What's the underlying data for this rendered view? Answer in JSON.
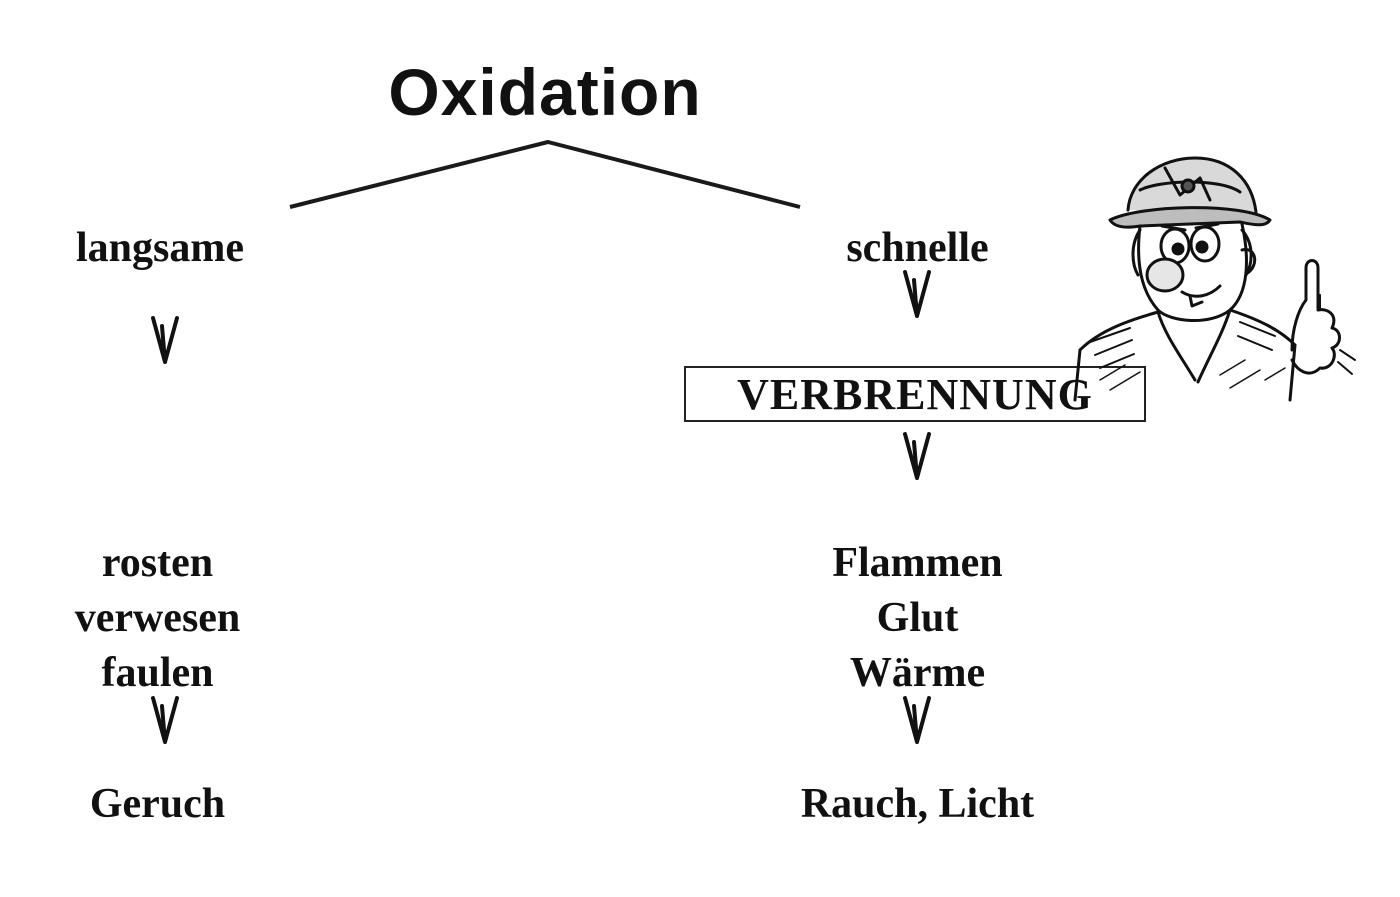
{
  "title": "Oxidation",
  "left_branch": {
    "label": "langsame",
    "examples": [
      "rosten",
      "verwesen",
      "faulen"
    ],
    "result": "Geruch"
  },
  "right_branch": {
    "label": "schnelle",
    "process": "VERBRENNUNG",
    "examples": [
      "Flammen",
      "Glut",
      "Wärme"
    ],
    "result": "Rauch, Licht"
  },
  "illustration": {
    "icon": "firefighter-cartoon-icon"
  },
  "arrow_icon": "down-arrow-icon"
}
